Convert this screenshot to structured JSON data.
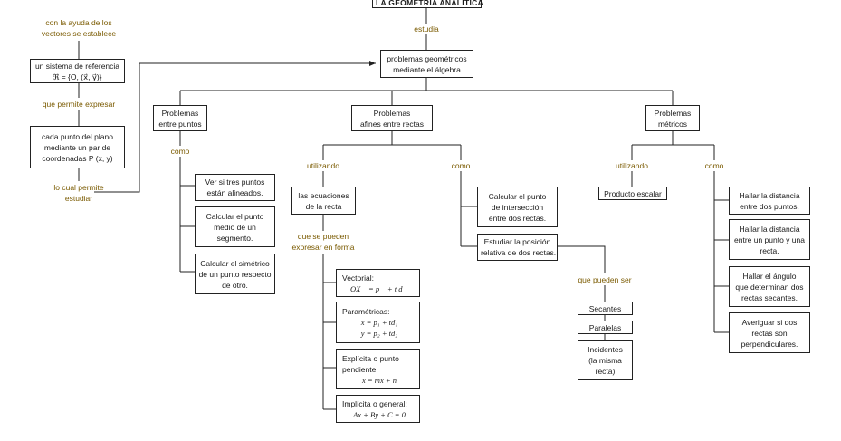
{
  "title": "LA GEOMETRÍA ANALÍTICA",
  "labels": {
    "estudia": "estudia",
    "con_ayuda_1": "con la ayuda de los",
    "con_ayuda_2": "vectores se establece",
    "que_permite": "que permite expresar",
    "lo_cual_1": "lo cual permite",
    "lo_cual_2": "estudiar",
    "como_puntos": "como",
    "utilizando_afines": "utilizando",
    "como_afines": "como",
    "que_se_pueden_1": "que se pueden",
    "que_se_pueden_2": "expresar en forma",
    "que_pueden_ser": "que pueden ser",
    "utilizando_metricos": "utilizando",
    "como_metricos": "como"
  },
  "nodes": {
    "problemas_geo": [
      "problemas geométricos",
      "mediante el álgebra"
    ],
    "sistema": [
      "un sistema de referencia",
      "ℜ = {O, (x⃗, y⃗)}"
    ],
    "cada_punto": [
      "cada punto del plano",
      "mediante un par de",
      "coordenadas P (x, y)"
    ],
    "entre_puntos": [
      "Problemas",
      "entre puntos"
    ],
    "afines": [
      "Problemas",
      "afines entre rectas"
    ],
    "metricos": [
      "Problemas",
      "métricos"
    ],
    "alineados": [
      "Ver si tres puntos",
      "están alineados."
    ],
    "punto_medio": [
      "Calcular el punto",
      "medio de un",
      "segmento."
    ],
    "simetrico": [
      "Calcular el simétrico",
      "de un punto respecto",
      "de otro."
    ],
    "ecuaciones": [
      "las ecuaciones",
      "de la recta"
    ],
    "interseccion": [
      "Calcular el punto",
      "de intersección",
      "entre dos rectas."
    ],
    "posicion": [
      "Estudiar la posición",
      "relativa de dos rectas."
    ],
    "vectorial": [
      "Vectorial:",
      "OX⃗ = p⃗ + t d⃗"
    ],
    "parametricas": [
      "Paramétricas:",
      "x = p₁ + td₁",
      "y = p₂ + td₂"
    ],
    "explicita": [
      "Explícita o punto",
      "pendiente:",
      "x = mx + n"
    ],
    "implicita": [
      "Implícita o general:",
      "Ax + By + C = 0"
    ],
    "secantes": [
      "Secantes"
    ],
    "paralelas": [
      "Paralelas"
    ],
    "incidentes": [
      "Incidentes",
      "(la misma",
      "recta)"
    ],
    "producto": [
      "Producto escalar"
    ],
    "distancia_puntos": [
      "Hallar la distancia",
      "entre dos puntos."
    ],
    "distancia_recta": [
      "Hallar la distancia",
      "entre un punto y una",
      "recta."
    ],
    "angulo": [
      "Hallar el ángulo",
      "que determinan dos",
      "rectas secantes."
    ],
    "perpendiculares": [
      "Averiguar si dos",
      "rectas son",
      "perpendiculares."
    ]
  }
}
